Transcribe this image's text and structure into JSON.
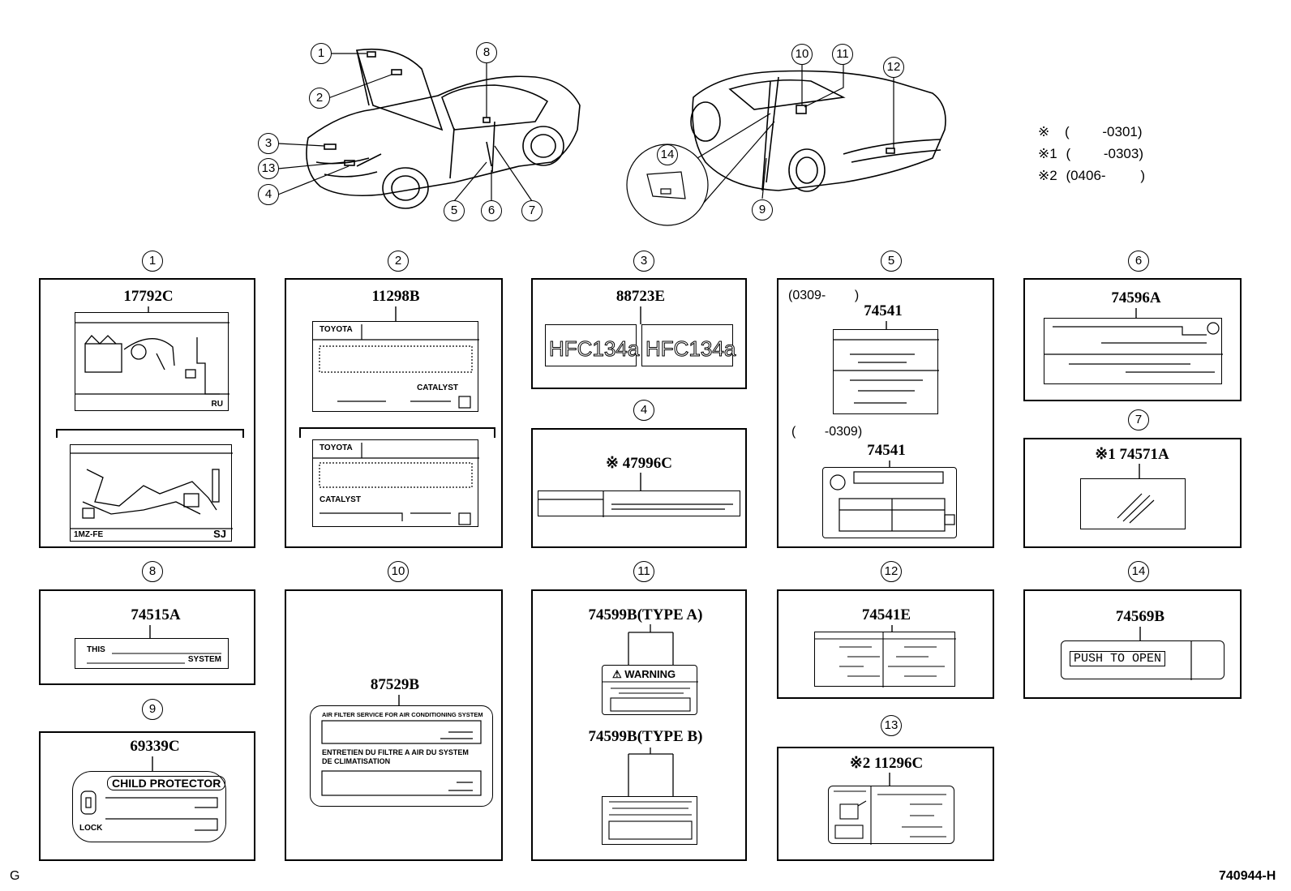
{
  "legend": {
    "lines": [
      {
        "mark": "※",
        "open": "(",
        "value": "-0301)"
      },
      {
        "mark": "※1",
        "open": "(",
        "value": "-0303)"
      },
      {
        "mark": "※2",
        "open": "(0406-",
        "value": ")"
      }
    ]
  },
  "overview_callouts": [
    "1",
    "2",
    "3",
    "4",
    "5",
    "6",
    "7",
    "8",
    "9",
    "10",
    "11",
    "12",
    "13",
    "14"
  ],
  "panels": [
    {
      "callout": "1",
      "part": "17792C",
      "text": [
        "RU",
        "SJ",
        "1MZ-FE"
      ]
    },
    {
      "callout": "2",
      "part": "11298B",
      "text": [
        "TOYOTA",
        "CATALYST",
        "TOYOTA",
        "CATALYST"
      ]
    },
    {
      "callout": "3",
      "part": "88723E",
      "text": [
        "HFC134a",
        "HFC134a"
      ]
    },
    {
      "callout": "4",
      "part": "※ 47996C"
    },
    {
      "callout": "5",
      "part": "74541",
      "part2": "74541",
      "date1": "(0309-        )",
      "date2": "(        -0309)"
    },
    {
      "callout": "6",
      "part": "74596A"
    },
    {
      "callout": "7",
      "part": "※1 74571A"
    },
    {
      "callout": "8",
      "part": "74515A",
      "text": [
        "THIS",
        "SYSTEM"
      ]
    },
    {
      "callout": "9",
      "part": "69339C",
      "text": [
        "CHILD PROTECTOR",
        "LOCK"
      ]
    },
    {
      "callout": "10",
      "part": "87529B",
      "text": [
        "AIR FILTER SERVICE FOR AIR CONDITIONING SYSTEM",
        "ENTRETIEN DU FILTRE A AIR DU SYSTEM",
        "DE CLIMATISATION"
      ]
    },
    {
      "callout": "11",
      "part": "74599B(TYPE A)",
      "part2": "74599B(TYPE B)",
      "text": [
        "WARNING"
      ]
    },
    {
      "callout": "12",
      "part": "74541E"
    },
    {
      "callout": "13",
      "part": "※2 11296C"
    },
    {
      "callout": "14",
      "part": "74569B",
      "text": [
        "PUSH TO OPEN"
      ]
    }
  ],
  "footer": {
    "left": "G",
    "right": "740944-H"
  }
}
